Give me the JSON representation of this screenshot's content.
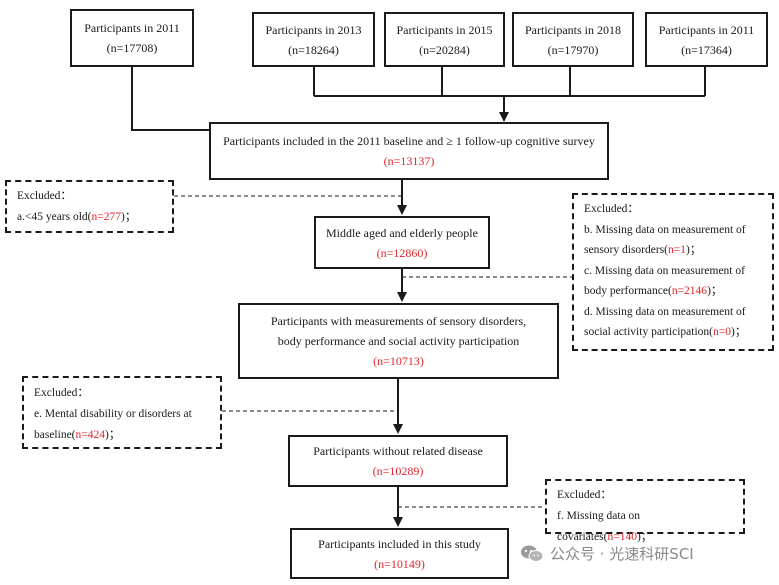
{
  "top_boxes": [
    {
      "label": "Participants in 2011",
      "n": "(n=17708)"
    },
    {
      "label": "Participants in 2013",
      "n": "(n=18264)"
    },
    {
      "label": "Participants in 2015",
      "n": "(n=20284)"
    },
    {
      "label": "Participants in 2018",
      "n": "(n=17970)"
    },
    {
      "label": "Participants in 2011",
      "n": "(n=17364)"
    }
  ],
  "main_boxes": [
    {
      "label": "Participants included in the 2011 baseline and ≥ 1 follow-up cognitive survey",
      "n": "(n=13137)"
    },
    {
      "label": "Middle aged and elderly people",
      "n": "(n=12860)"
    },
    {
      "label_line1": "Participants with measurements of sensory disorders,",
      "label_line2": "body performance and social activity participation",
      "n": "(n=10713)"
    },
    {
      "label": "Participants without related disease",
      "n": "(n=10289)"
    },
    {
      "label": "Participants included in this study",
      "n": "(n=10149)"
    }
  ],
  "excluded": {
    "title": "Excluded：",
    "box1": {
      "pre": "a.<45 years old(",
      "n": "n=277",
      "post": ")；"
    },
    "box2": {
      "b_line1": "b. Missing data on measurement of",
      "b_pre": "sensory disorders(",
      "b_n": "n=1",
      "b_post": ")；",
      "c_line1": "c. Missing data on measurement of",
      "c_pre": "body performance(",
      "c_n": "n=2146",
      "c_post": ")；",
      "d_line1": "d. Missing data on measurement of",
      "d_pre": "social activity participation(",
      "d_n": "n=0",
      "d_post": ")；"
    },
    "box3": {
      "line1": "e. Mental disability or disorders at",
      "pre": "baseline(",
      "n": "n=424",
      "post": ")；"
    },
    "box4": {
      "pre": "f. Missing data on covariates(",
      "n": "n=140",
      "post": ")；"
    }
  },
  "watermark": {
    "text": "公众号 · 光速科研SCI",
    "icon": "wechat-icon"
  },
  "colors": {
    "line": "#1a1a1a",
    "highlight": "#e0262b"
  }
}
